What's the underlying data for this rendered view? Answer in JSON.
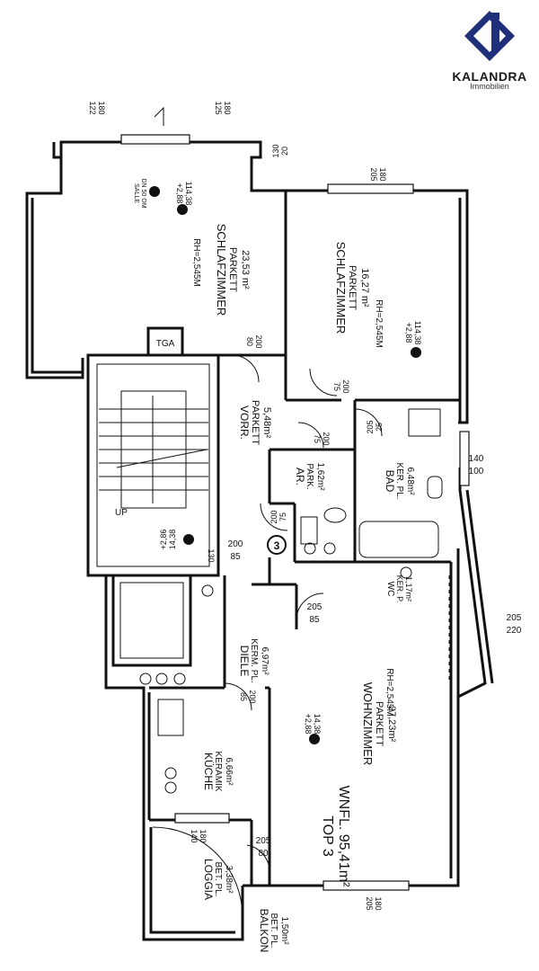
{
  "brand": {
    "name": "KALANDRA",
    "subtitle": "Immobilien",
    "colors": {
      "primary": "#1f2f7a",
      "dark": "#1a1a1a"
    }
  },
  "rooms": {
    "schlafzimmer1": {
      "name": "SCHLAFZIMMER",
      "floor": "PARKETT",
      "area": "23,53 m²",
      "rh": "RH=2,545M"
    },
    "schlafzimmer2": {
      "name": "SCHLAFZIMMER",
      "floor": "PARKETT",
      "area": "16,27 m²",
      "rh": "RH=2,545M"
    },
    "vorr": {
      "name": "VORR.",
      "floor": "PARKETT",
      "area": "5,48m²"
    },
    "ar": {
      "name": "AR.",
      "floor": "PARK.",
      "area": "1,62m²"
    },
    "bad": {
      "name": "BAD",
      "floor": "KER. PL.",
      "area": "6,48m²"
    },
    "wc": {
      "name": "WC",
      "floor": "KER. P.",
      "area": "1,17m²"
    },
    "diele": {
      "name": "DIELE",
      "floor": "KERM. PL.",
      "area": "6,97m²"
    },
    "wohnzimmer": {
      "name": "WOHNZIMMER",
      "floor": "PARKETT",
      "area": "27,23m²",
      "rh": "RH=2,545M"
    },
    "kueche": {
      "name": "KÜCHE",
      "floor": "KERAMIK",
      "area": "6,66m²"
    },
    "loggia": {
      "name": "LOGGIA",
      "floor": "BET. PL.",
      "area": "3,38m²"
    },
    "balkon": {
      "name": "BALKON",
      "floor": "BET. PL.",
      "area": "1,50m²"
    }
  },
  "unit": {
    "top": "TOP 3",
    "wnfl": "WNFL. 95,41m²",
    "number": "3"
  },
  "stair": {
    "label": "UP",
    "tga": "TGA"
  },
  "levels": {
    "l1": {
      "top": "+2,88",
      "bottom": "114,38"
    },
    "l2": {
      "top": "+2,88",
      "bottom": "114,38"
    },
    "l3": {
      "top": "+2,86",
      "bottom": "14,38"
    },
    "l4": {
      "top": "+2,88",
      "bottom": "14,38"
    },
    "salle": "SALLE",
    "salle2": "DN 50 OM"
  },
  "dims": {
    "d1": {
      "a": "122",
      "b": "180"
    },
    "d2": {
      "a": "125",
      "b": "180"
    },
    "d3": {
      "a": "130",
      "b": "20"
    },
    "d4": {
      "a": "205",
      "b": "180"
    },
    "d5": {
      "a": "80",
      "b": "200"
    },
    "d6": {
      "a": "75",
      "b": "200"
    },
    "d7": {
      "a": "205",
      "b": "25"
    },
    "d8": {
      "a": "75",
      "b": "200"
    },
    "d9": {
      "a": "140",
      "b": "100"
    },
    "d10": {
      "a": "200",
      "b": "75"
    },
    "d11": {
      "a": "200",
      "b": "85"
    },
    "d12": {
      "a": "130"
    },
    "d13": {
      "a": "205",
      "b": "85"
    },
    "d14": {
      "a": "205",
      "b": "220"
    },
    "d15": {
      "a": "85",
      "b": "200"
    },
    "d16": {
      "a": "140",
      "b": "180"
    },
    "d17": {
      "a": "205",
      "b": "80"
    },
    "d18": {
      "a": "205",
      "b": "180"
    }
  }
}
